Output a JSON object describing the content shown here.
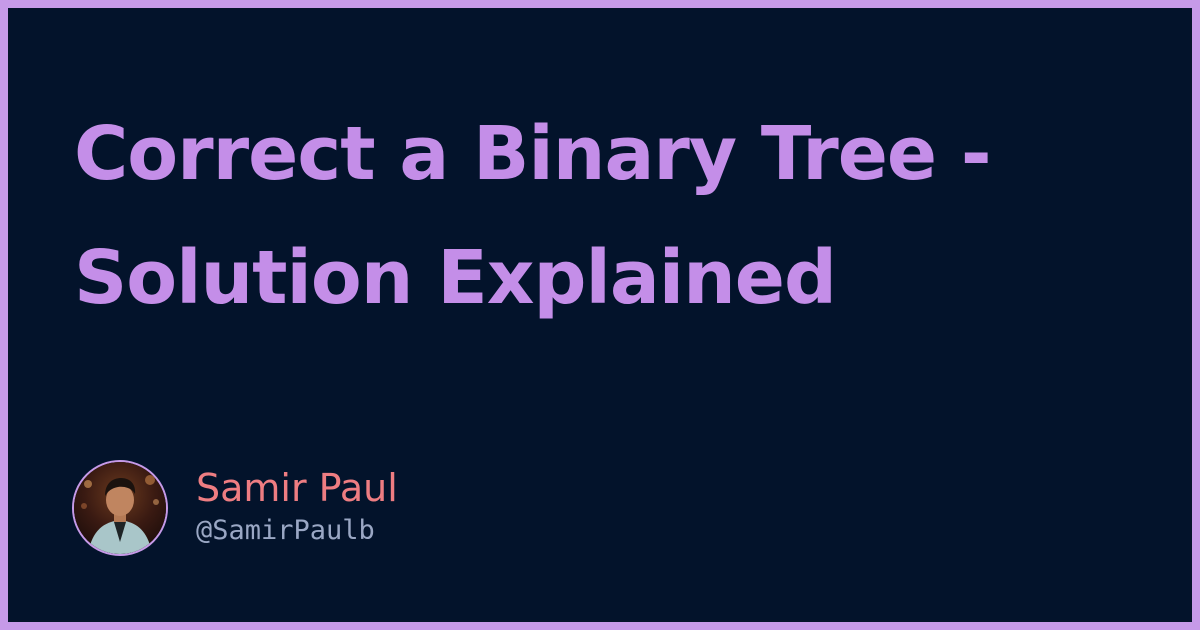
{
  "post": {
    "title": "Correct a Binary Tree - Solution Explained"
  },
  "author": {
    "name": "Samir Paul",
    "handle": "@SamirPaulb",
    "avatar_icon": "person-photo-avatar"
  },
  "colors": {
    "frame": "#c69ae8",
    "background": "#03132b",
    "title": "#c48ee8",
    "author_name": "#ee7d82",
    "author_handle": "#9aa7c4"
  }
}
